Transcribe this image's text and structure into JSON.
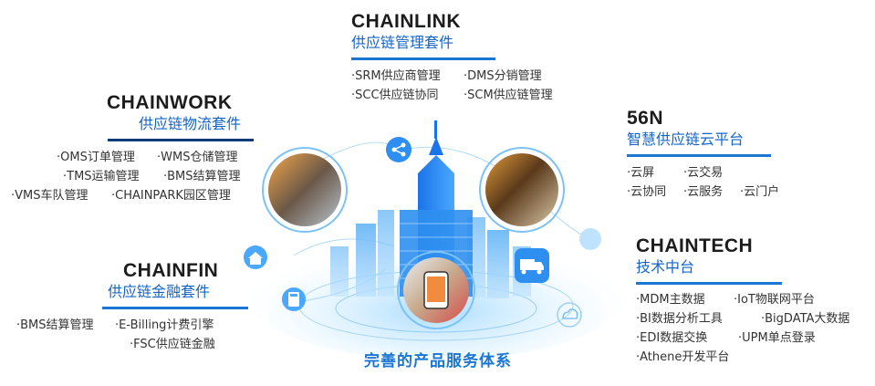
{
  "chainlink": {
    "title": "CHAINLINK",
    "subtitle": "供应链管理套件",
    "rows": [
      [
        "·SRM供应商管理",
        "·DMS分销管理"
      ],
      [
        "·SCC供应链协同",
        "·SCM供应链管理"
      ]
    ]
  },
  "chainwork": {
    "title": "CHAINWORK",
    "subtitle": "供应链物流套件",
    "rows": [
      [
        "·OMS订单管理",
        "·WMS仓储管理"
      ],
      [
        "·TMS运输管理",
        "·BMS结算管理"
      ],
      [
        "·VMS车队管理",
        "·CHAINPARK园区管理"
      ]
    ]
  },
  "n56": {
    "title": "56N",
    "subtitle": "智慧供应链云平台",
    "rows": [
      [
        "·云屏",
        "·云交易"
      ],
      [
        "·云协同",
        "·云服务",
        "·云门户"
      ]
    ]
  },
  "chaintech": {
    "title": "CHAINTECH",
    "subtitle": "技术中台",
    "rows": [
      [
        "·MDM主数据",
        "·IoT物联网平台"
      ],
      [
        "·BI数据分析工具",
        "·BigDATA大数据"
      ],
      [
        "·EDI数据交换",
        "·UPM单点登录"
      ],
      [
        "·Athene开发平台"
      ]
    ]
  },
  "chainfin": {
    "title": "CHAINFIN",
    "subtitle": "供应链金融套件",
    "rows": [
      [
        "·BMS结算管理",
        "·E-Billing计费引擎"
      ],
      [
        "·FSC供应链金融"
      ]
    ]
  },
  "footer": "完善的产品服务体系",
  "colors": {
    "accent": "#1565c8",
    "bar_blue": "#1976d2",
    "bar_dark": "#0d3b7a"
  }
}
